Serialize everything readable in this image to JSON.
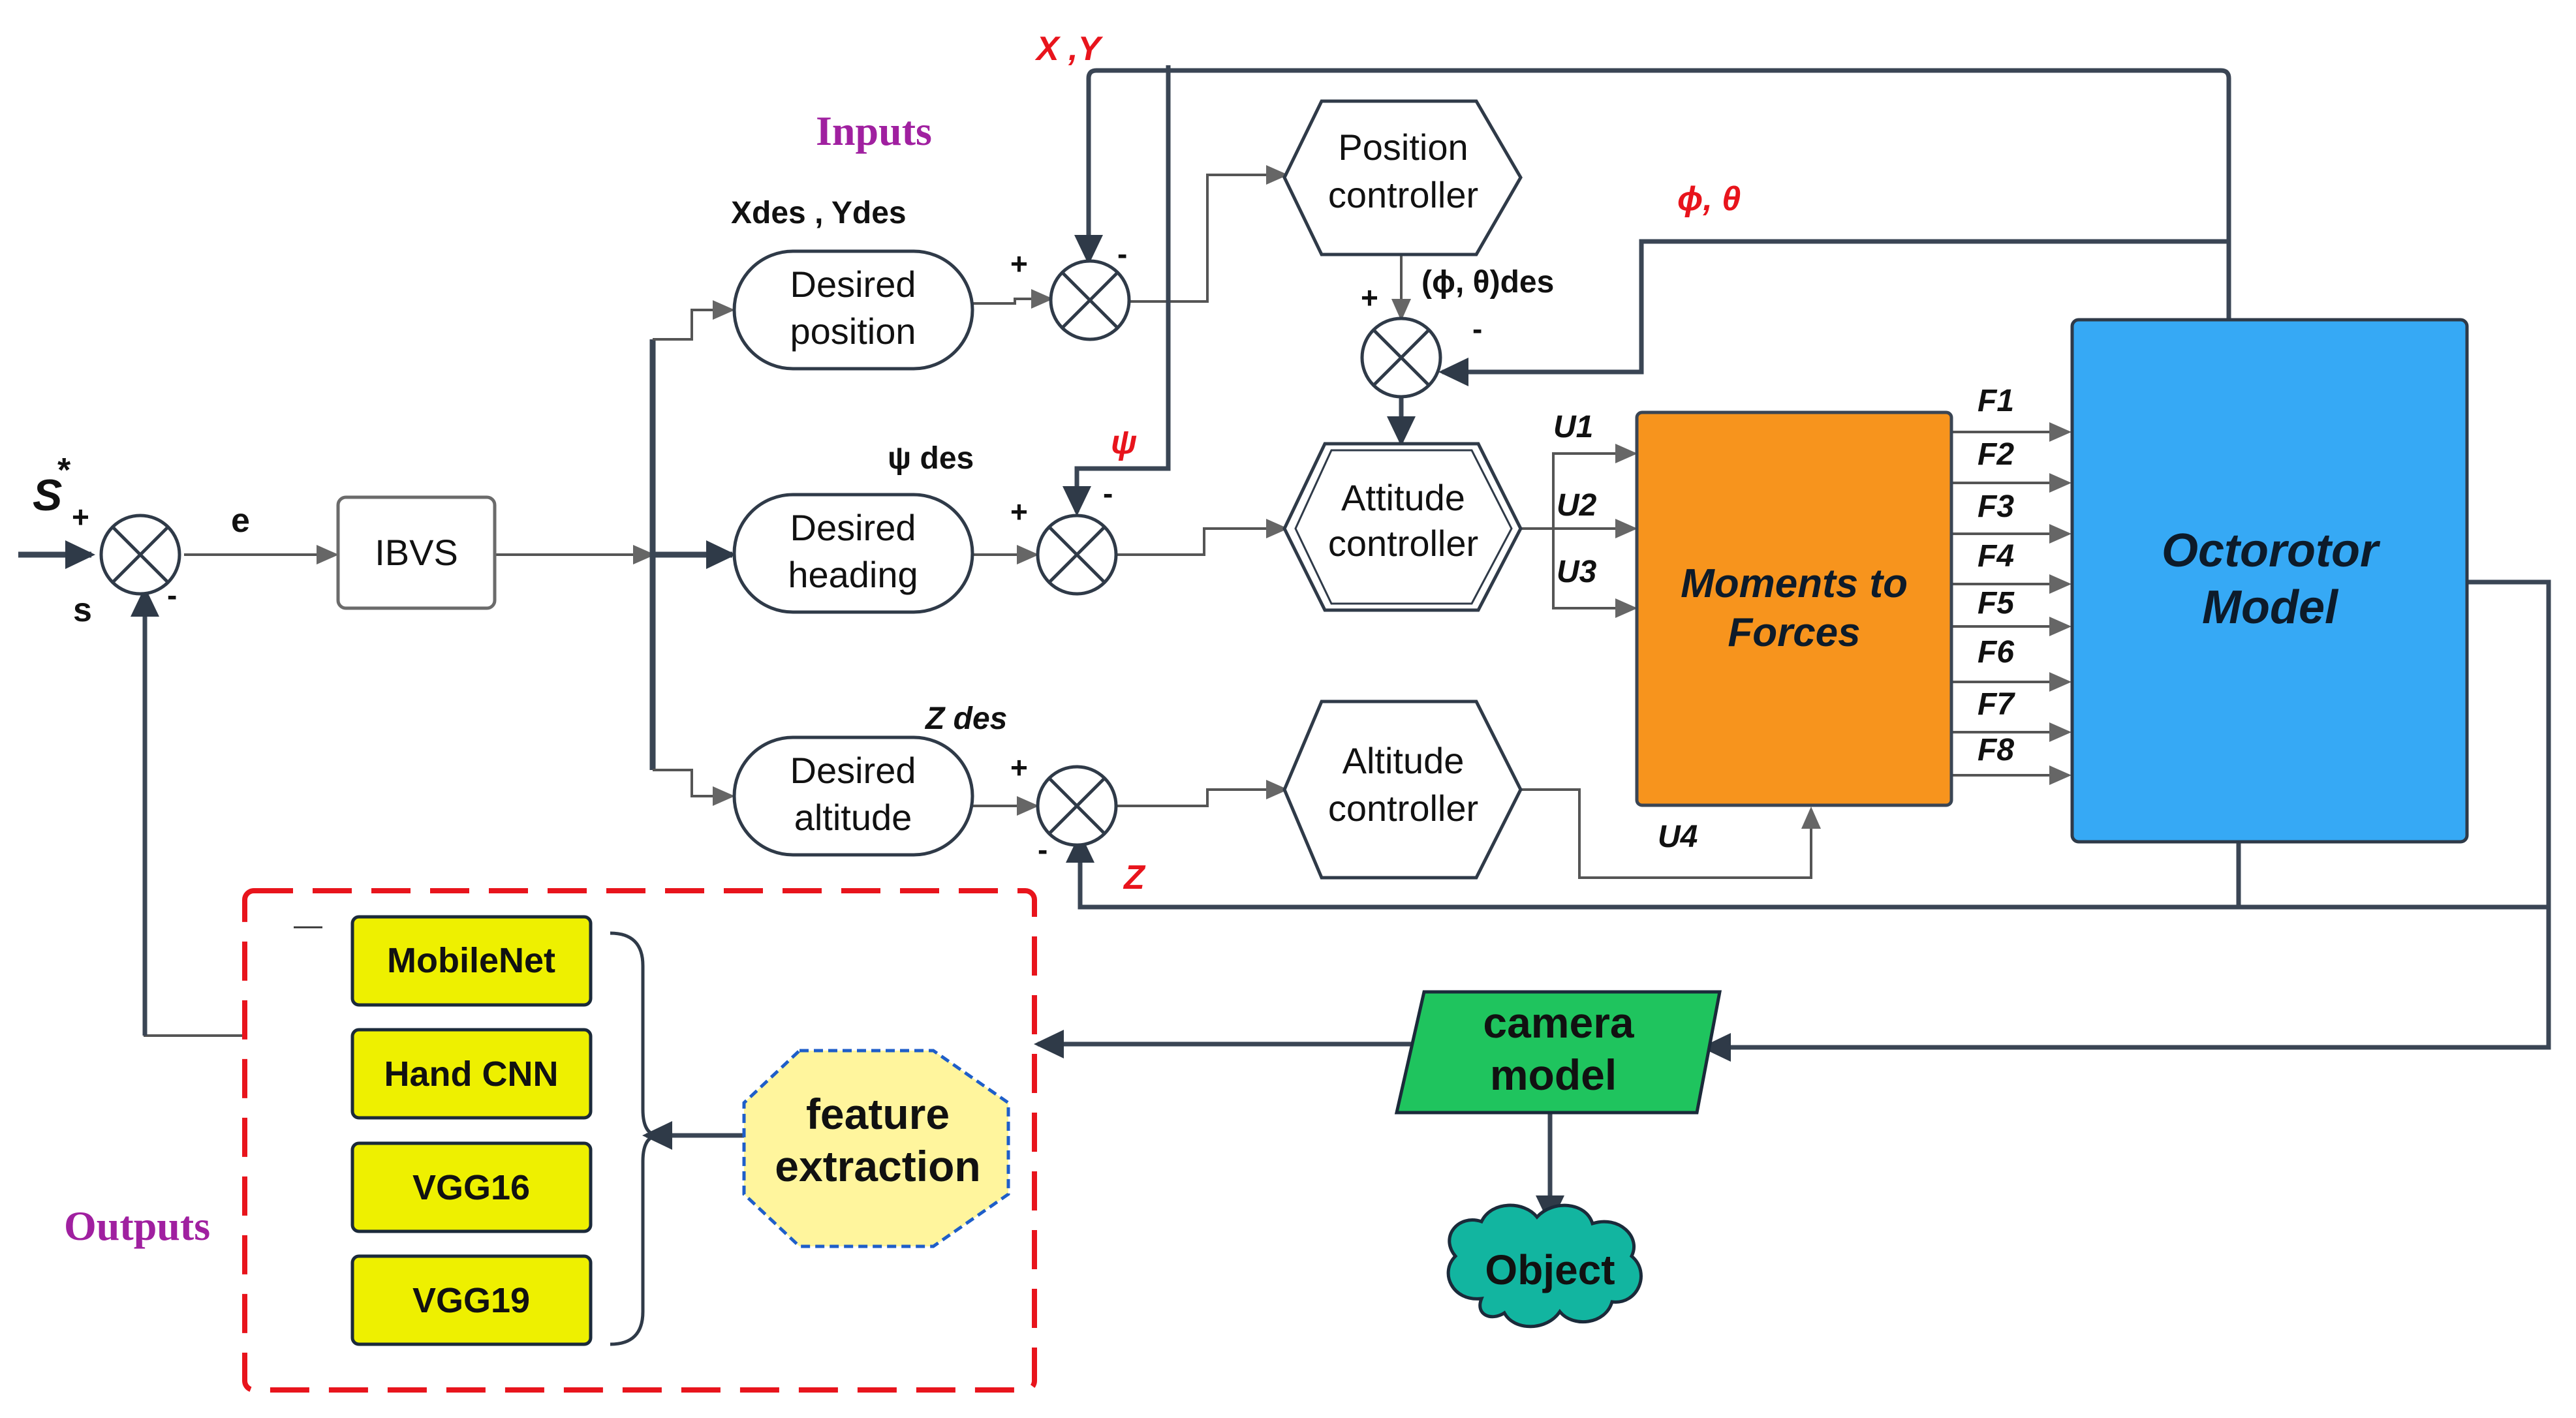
{
  "labels": {
    "inputs": "Inputs",
    "outputs": "Outputs",
    "s_star": "S",
    "star": "*",
    "s": "s",
    "e": "e",
    "xy": "X ,Y",
    "xdes_ydes": "Xdes , Ydes",
    "psi_des": "ψ des",
    "psi": "ψ",
    "z_des": "Z des",
    "z": "Z",
    "phi_theta": "ϕ, θ",
    "phi_theta_des": "(ϕ, θ)des",
    "u1": "U1",
    "u2": "U2",
    "u3": "U3",
    "u4": "U4",
    "plus": "+",
    "minus": "-",
    "dash": "—"
  },
  "blocks": {
    "ibvs": "IBVS",
    "desired_position": [
      "Desired",
      "position"
    ],
    "desired_heading": [
      "Desired",
      "heading"
    ],
    "desired_altitude": [
      "Desired",
      "altitude"
    ],
    "position_controller": [
      "Position",
      "controller"
    ],
    "attitude_controller": [
      "Attitude",
      "controller"
    ],
    "altitude_controller": [
      "Altitude",
      "controller"
    ],
    "moments_to_forces": [
      "Moments to",
      "Forces"
    ],
    "octorotor_model": [
      "Octorotor",
      "Model"
    ],
    "camera_model": [
      "camera",
      "model"
    ],
    "feature_extraction": [
      "feature",
      "extraction"
    ],
    "object": "Object"
  },
  "forces": [
    "F1",
    "F2",
    "F3",
    "F4",
    "F5",
    "F6",
    "F7",
    "F8"
  ],
  "networks": [
    "MobileNet",
    "Hand CNN",
    "VGG16",
    "VGG19"
  ],
  "colors": {
    "orange": "#f7941d",
    "blue": "#36a9f5",
    "green": "#1fc45e",
    "yellow": "#eef000",
    "pale_yellow": "#fff59d",
    "teal": "#12b5a0",
    "red": "#e8141c",
    "purple": "#a020a0"
  }
}
